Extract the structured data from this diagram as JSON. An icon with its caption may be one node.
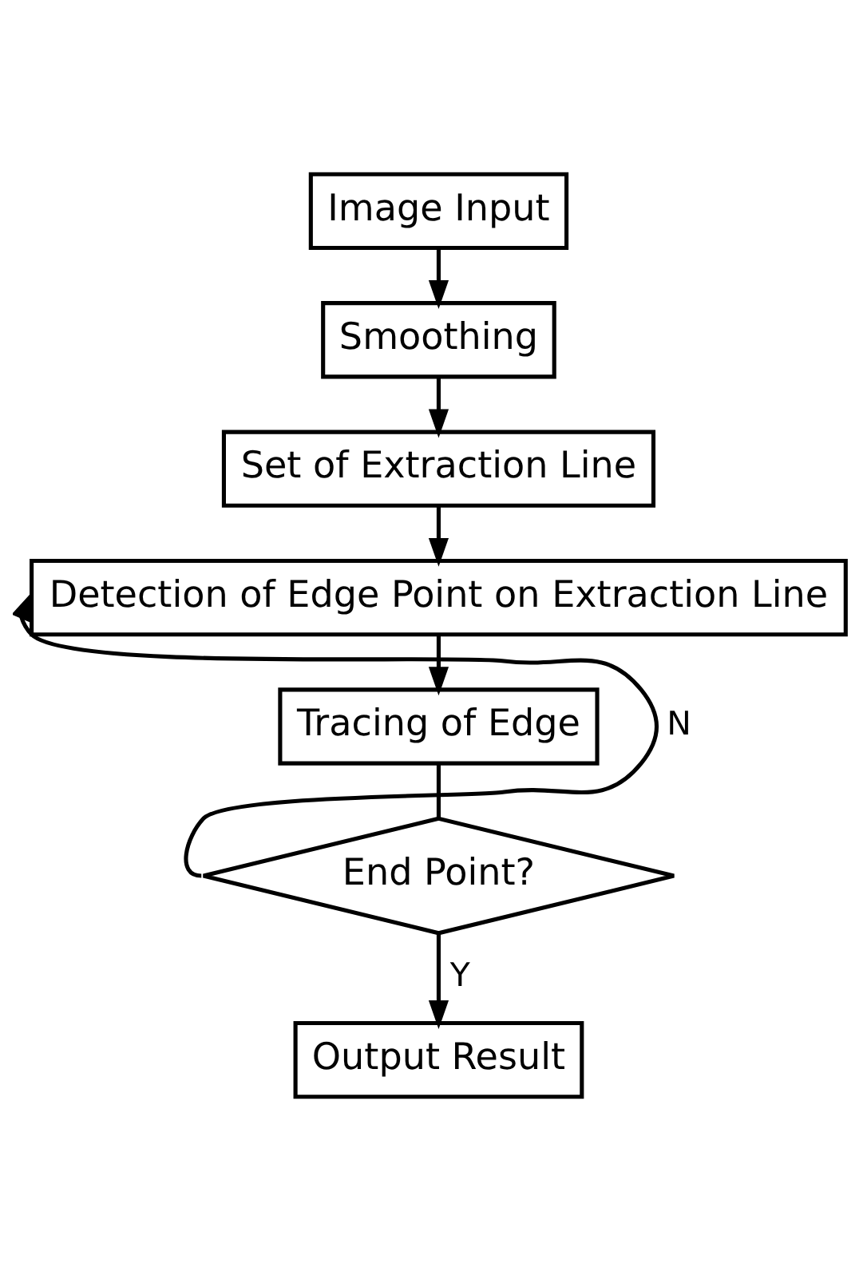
{
  "diagram": {
    "nodes": [
      {
        "text": [
          "Image Input"
        ]
      },
      {
        "text": [
          "Smoothing"
        ]
      },
      {
        "text": [
          "Set of Extraction Line"
        ]
      },
      {
        "text": [
          "Detection of Edge Point on Extraction Line"
        ]
      },
      {
        "text": [
          "Tracing of Edge"
        ]
      },
      {
        "text": [
          "End Point?"
        ]
      },
      {
        "text": [
          "Output Result"
        ]
      }
    ],
    "edges": [
      {
        "from": 0,
        "to": 1,
        "arrow": "to"
      },
      {
        "from": 1,
        "to": 2,
        "arrow": "to"
      },
      {
        "from": 2,
        "to": 3,
        "arrow": "to"
      },
      {
        "from": 3,
        "to": 4,
        "arrow": "to"
      },
      {
        "from": 4,
        "to": 5,
        "arrow": "none"
      },
      {
        "from": 5,
        "to": 3,
        "arrow": "to",
        "label": "N"
      },
      {
        "from": 5,
        "to": 6,
        "arrow": "to",
        "label": "Y"
      }
    ]
  }
}
